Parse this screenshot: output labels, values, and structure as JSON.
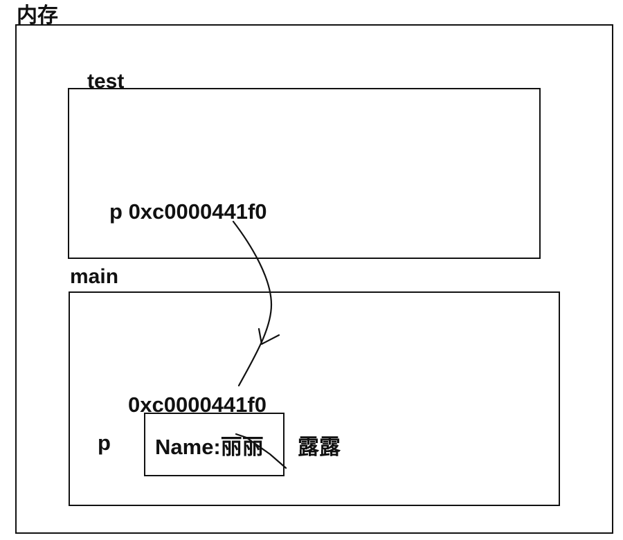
{
  "memory": {
    "title": "内存"
  },
  "test_frame": {
    "title": "test",
    "pointer_var": "p",
    "pointer_value": "0xc0000441f0"
  },
  "main_frame": {
    "title": "main",
    "pointer_var": "p",
    "address": "0xc0000441f0",
    "struct": {
      "field_label": "Name:",
      "old_value": "丽丽",
      "new_value": "露露"
    }
  }
}
